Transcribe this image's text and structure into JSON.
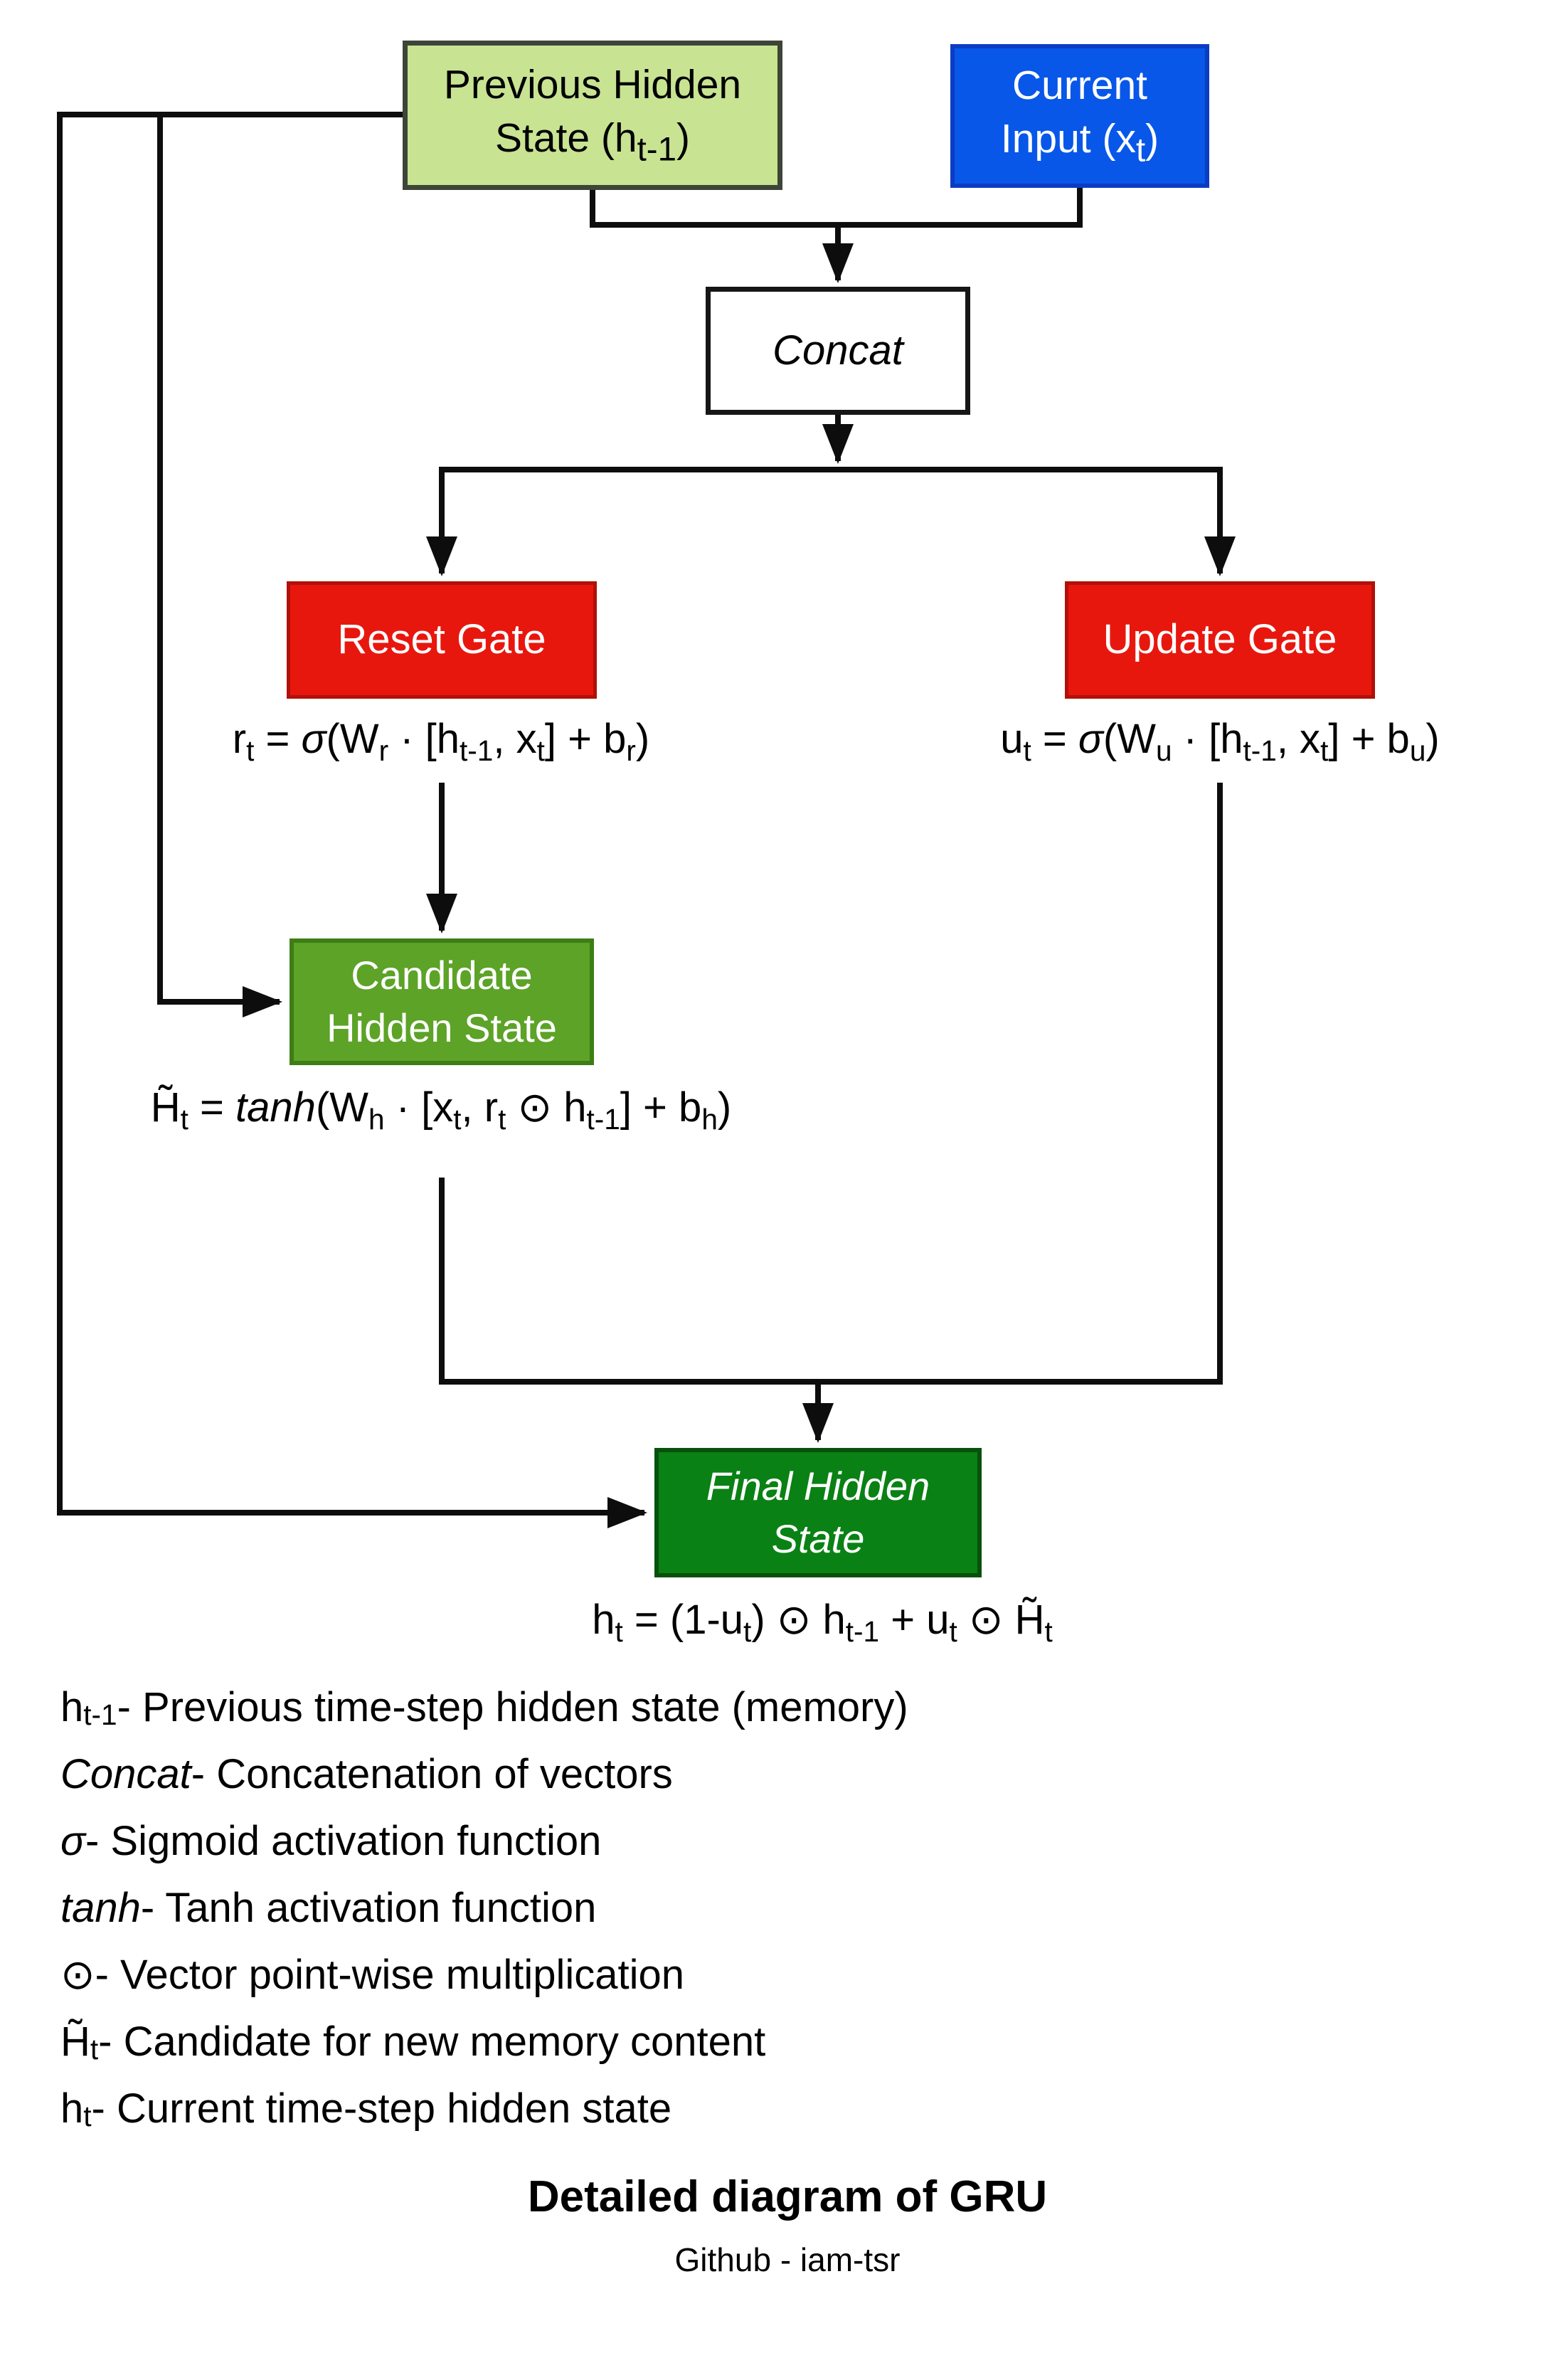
{
  "diagram": {
    "nodes": {
      "previous_hidden_state": {
        "label_html": "Previous Hidden<br>State (h<sub>t-1</sub>)",
        "fill": "#c8e392",
        "border": "#3d4438",
        "text_color": "#000000"
      },
      "current_input": {
        "label_html": "Current<br>Input (x<sub>t</sub>)",
        "fill": "#0857e8",
        "border": "#0c3cc4",
        "text_color": "#ffffff"
      },
      "concat": {
        "label_html": "<i>Concat</i>",
        "fill": "#ffffff",
        "border": "#161616",
        "text_color": "#000000"
      },
      "reset_gate": {
        "label_html": "Reset Gate",
        "fill": "#e8170e",
        "border": "#b01109",
        "text_color": "#ffffff"
      },
      "update_gate": {
        "label_html": "Update Gate",
        "fill": "#e8170e",
        "border": "#b01109",
        "text_color": "#ffffff"
      },
      "candidate_hidden_state": {
        "label_html": "Candidate<br>Hidden State",
        "fill": "#5ca327",
        "border": "#3e7d15",
        "text_color": "#ffffff"
      },
      "final_hidden_state": {
        "label_html": "<i>Final Hidden<br>State</i>",
        "fill": "#0a8114",
        "border": "#07510c",
        "text_color": "#ffffff"
      }
    },
    "formulas": {
      "reset": "r<sub>t</sub> = <i>σ</i>(W<sub>r</sub> · [h<sub>t-1</sub>, x<sub>t</sub>] + b<sub>r</sub>)",
      "update": "u<sub>t</sub> = <i>σ</i>(W<sub>u</sub> · [h<sub>t-1</sub>, x<sub>t</sub>] + b<sub>u</sub>)",
      "candidate": "H̃<sub>t</sub> = <i>tanh</i>(W<sub>h</sub> · [x<sub>t</sub>, r<sub>t</sub> <i>⊙</i> h<sub>t-1</sub>] + b<sub>h</sub>)",
      "final": "h<sub>t</sub> = (1-u<sub>t</sub>) <i>⊙</i> h<sub>t-1</sub> + u<sub>t</sub> <i>⊙</i> H̃<sub>t</sub>"
    },
    "legend": [
      "h<sub>t-1</sub> - Previous time-step hidden state (memory)",
      "<i>Concat</i> - Concatenation of vectors",
      "<i>σ</i> - Sigmoid activation function",
      "<i>tanh</i> - Tanh activation function",
      "<i>⊙</i> - Vector point-wise multiplication",
      "H̃<sub>t</sub> - Candidate for new memory content",
      "h<sub>t</sub> - Current time-step hidden state"
    ],
    "title": "Detailed diagram of GRU",
    "subtitle": "Github - iam-tsr"
  }
}
